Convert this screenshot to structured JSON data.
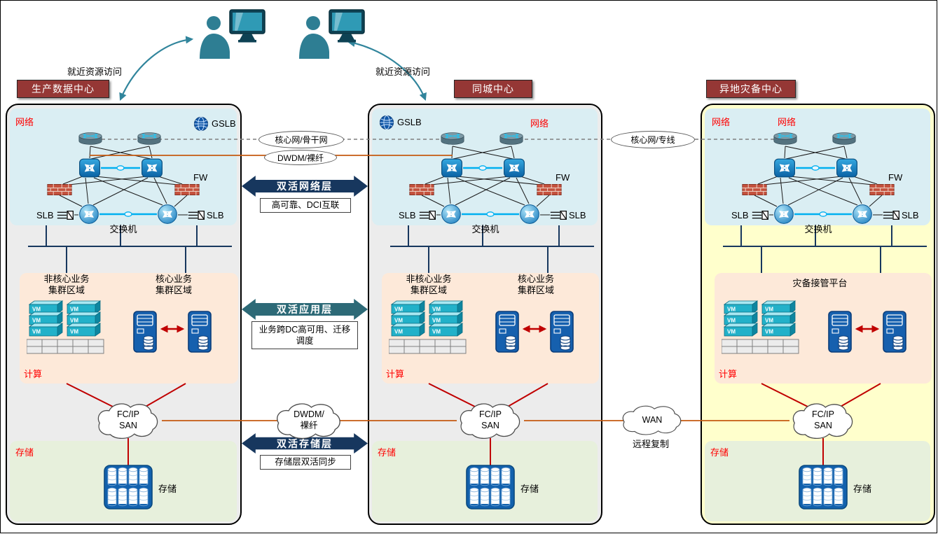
{
  "users": {
    "label1": "就近资源访问",
    "label2": "就近资源访问"
  },
  "interlinks": {
    "core_backbone": "核心网/骨干网",
    "dwdm_fiber": "DWDM/裸纤",
    "core_leased": "核心网/专线",
    "dwdm_fiber_cloud": "DWDM/\n裸纤",
    "wan": "WAN",
    "remote_replication": "远程复制"
  },
  "layers": {
    "network": {
      "title": "双活网络层",
      "subtitle": "高可靠、DCI互联"
    },
    "app": {
      "title": "双活应用层",
      "subtitle": "业务跨DC高可用、迁移调度"
    },
    "storage": {
      "title": "双活存储层",
      "subtitle": "存储层双活同步"
    }
  },
  "centers": [
    {
      "title": "生产数据中心",
      "network_label": "网络",
      "gslb": "GSLB",
      "fw": "FW",
      "slb_left": "SLB",
      "slb_right": "SLB",
      "switch_label": "交换机",
      "noncore_cluster": "非核心业务\n集群区域",
      "core_cluster": "核心业务\n集群区域",
      "compute_label": "计算",
      "san": "FC/IP\nSAN",
      "storage_zone": "存储",
      "storage_device": "存储"
    },
    {
      "title": "同城中心",
      "network_label": "网络",
      "gslb": "GSLB",
      "fw": "FW",
      "slb_left": "SLB",
      "slb_right": "SLB",
      "switch_label": "交换机",
      "noncore_cluster": "非核心业务\n集群区域",
      "core_cluster": "核心业务\n集群区域",
      "compute_label": "计算",
      "san": "FC/IP\nSAN",
      "storage_zone": "存储",
      "storage_device": "存储"
    },
    {
      "title": "异地灾备中心",
      "network_label": "网络",
      "network_label2": "网络",
      "fw": "FW",
      "slb_left": "SLB",
      "slb_right": "SLB",
      "switch_label": "交换机",
      "platform": "灾备接管平台",
      "compute_label": "计算",
      "san": "FC/IP\nSAN",
      "storage_zone": "存储",
      "storage_device": "存储"
    }
  ],
  "icons": {
    "vm_box_label": "VM"
  },
  "colors": {
    "dc_bg": "#ececec",
    "dr_dc_bg": "#ffffcc",
    "network_zone": "#daeef3",
    "compute_zone": "#fde9d9",
    "storage_zone": "#e7f0dc",
    "title_banner": "#953735",
    "navy_ribbon": "#17375e",
    "teal_ribbon": "#2d6a77",
    "red_link": "#c00000",
    "orange_link": "#c55a11"
  }
}
